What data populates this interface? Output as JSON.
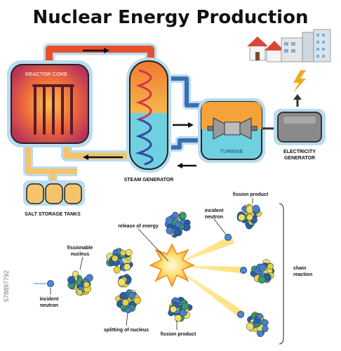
{
  "title": "Nuclear Energy Production",
  "labels": {
    "reactor_core": "REACTOR CORE",
    "steam_generator": "STEAM GENERATOR",
    "turbine": "TURBINE",
    "electricity_generator_1": "ELECTRICITY",
    "electricity_generator_2": "GENERATOR",
    "salt_storage_tanks": "SALT STORAGE TANKS",
    "release_of_energy": "release of energy",
    "fissionable_nucleus_1": "fissionable",
    "fissionable_nucleus_2": "nucleus",
    "incident_neutron_left_1": "incident",
    "incident_neutron_left_2": "neutron",
    "splitting_of_nucleus": "splitting of nucleus",
    "fission_product_bottom": "fission product",
    "fission_product_top": "fission product",
    "incident_neutron_top_1": "incident",
    "incident_neutron_top_2": "neutron",
    "chain_reaction_1": "chain",
    "chain_reaction_2": "reaction"
  },
  "side_id": "578897792",
  "colors": {
    "hot_pipe": "#e8502a",
    "cool_pipe": "#f4c36a",
    "blue_pipe": "#3a6fb0",
    "water": "#6fd0e0",
    "turbine_top": "#f6a23a",
    "nucleus_blue": "#2a5fa8",
    "nucleus_yellow": "#e8d23a",
    "nucleus_green": "#3a9a6a"
  }
}
